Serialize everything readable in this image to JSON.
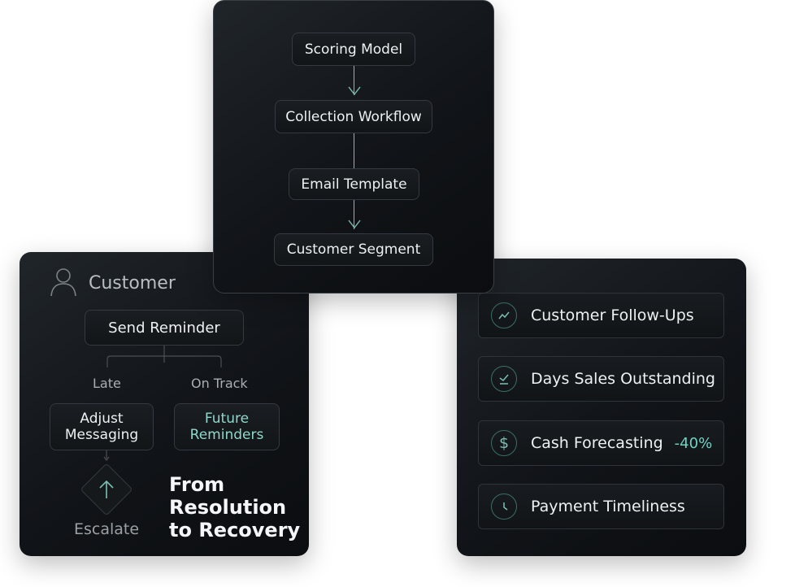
{
  "flow_card": {
    "steps": [
      "Scoring Model",
      "Collection Workflow",
      "Email Template",
      "Customer Segment"
    ]
  },
  "customer_card": {
    "header": "Customer",
    "root": "Send Reminder",
    "branch_left_label": "Late",
    "branch_right_label": "On Track",
    "left_node": "Adjust Messaging",
    "right_node": "Future Reminders",
    "escalate": "Escalate",
    "tagline": [
      "From",
      "Resolution",
      "to Recovery"
    ]
  },
  "metrics_card": {
    "items": [
      {
        "label": "Customer Follow-Ups",
        "icon": "trend-up-icon"
      },
      {
        "label": "Days Sales Outstanding",
        "icon": "check-icon"
      },
      {
        "label": "Cash Forecasting",
        "icon": "dollar-icon",
        "delta": "-40%"
      },
      {
        "label": "Payment Timeliness",
        "icon": "clock-icon"
      }
    ]
  },
  "colors": {
    "accent": "#6fd3c3",
    "card": "#111418"
  }
}
